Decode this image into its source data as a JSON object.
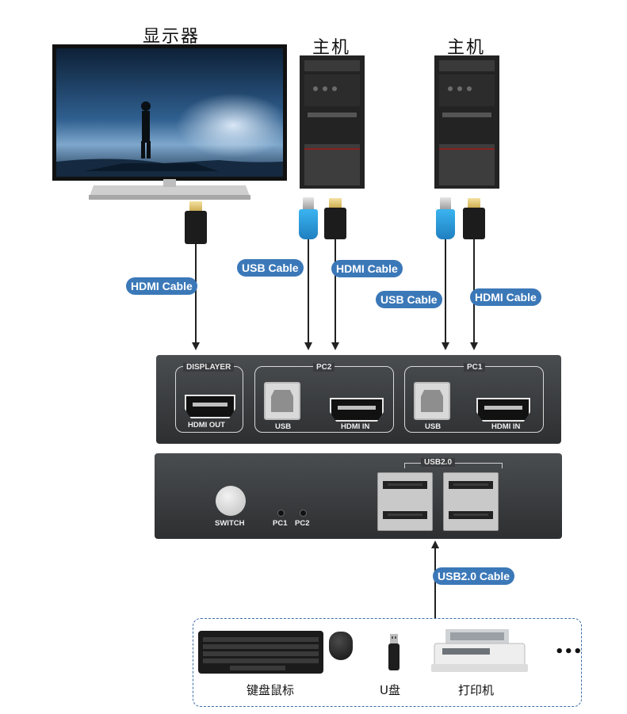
{
  "headings": {
    "monitor": "显示器",
    "host1": "主机",
    "host2": "主机"
  },
  "cables": {
    "monitor_hdmi": "HDMI Cable",
    "host1_usb": "USB Cable",
    "host1_hdmi": "HDMI Cable",
    "host2_usb": "USB Cable",
    "host2_hdmi": "HDMI Cable",
    "usb20": "USB2.0 Cable"
  },
  "back_panel": {
    "group_displayer": "DISPLAYER",
    "group_pc2": "PC2",
    "group_pc1": "PC1",
    "hdmi_out": "HDMI OUT",
    "pc2_usb": "USB",
    "pc2_hdmi_in": "HDMI IN",
    "pc1_usb": "USB",
    "pc1_hdmi_in": "HDMI IN"
  },
  "front_panel": {
    "switch": "SWITCH",
    "led_pc1": "PC1",
    "led_pc2": "PC2",
    "usb_group": "USB2.0"
  },
  "devices": {
    "keyboard_mouse": "键盘鼠标",
    "udisk": "U盘",
    "printer": "打印机",
    "more": "•••"
  },
  "colors": {
    "pill": "#3b78b8",
    "panel": "#3a3c3f",
    "dashed_border": "#3b6fa8"
  },
  "icons": [
    "monitor-icon",
    "pc-tower-icon",
    "hdmi-plug-icon",
    "usb-plug-icon",
    "hdmi-port-icon",
    "usb-b-port-icon",
    "usb-a-port-icon",
    "keyboard-icon",
    "mouse-icon",
    "usb-drive-icon",
    "printer-icon"
  ]
}
